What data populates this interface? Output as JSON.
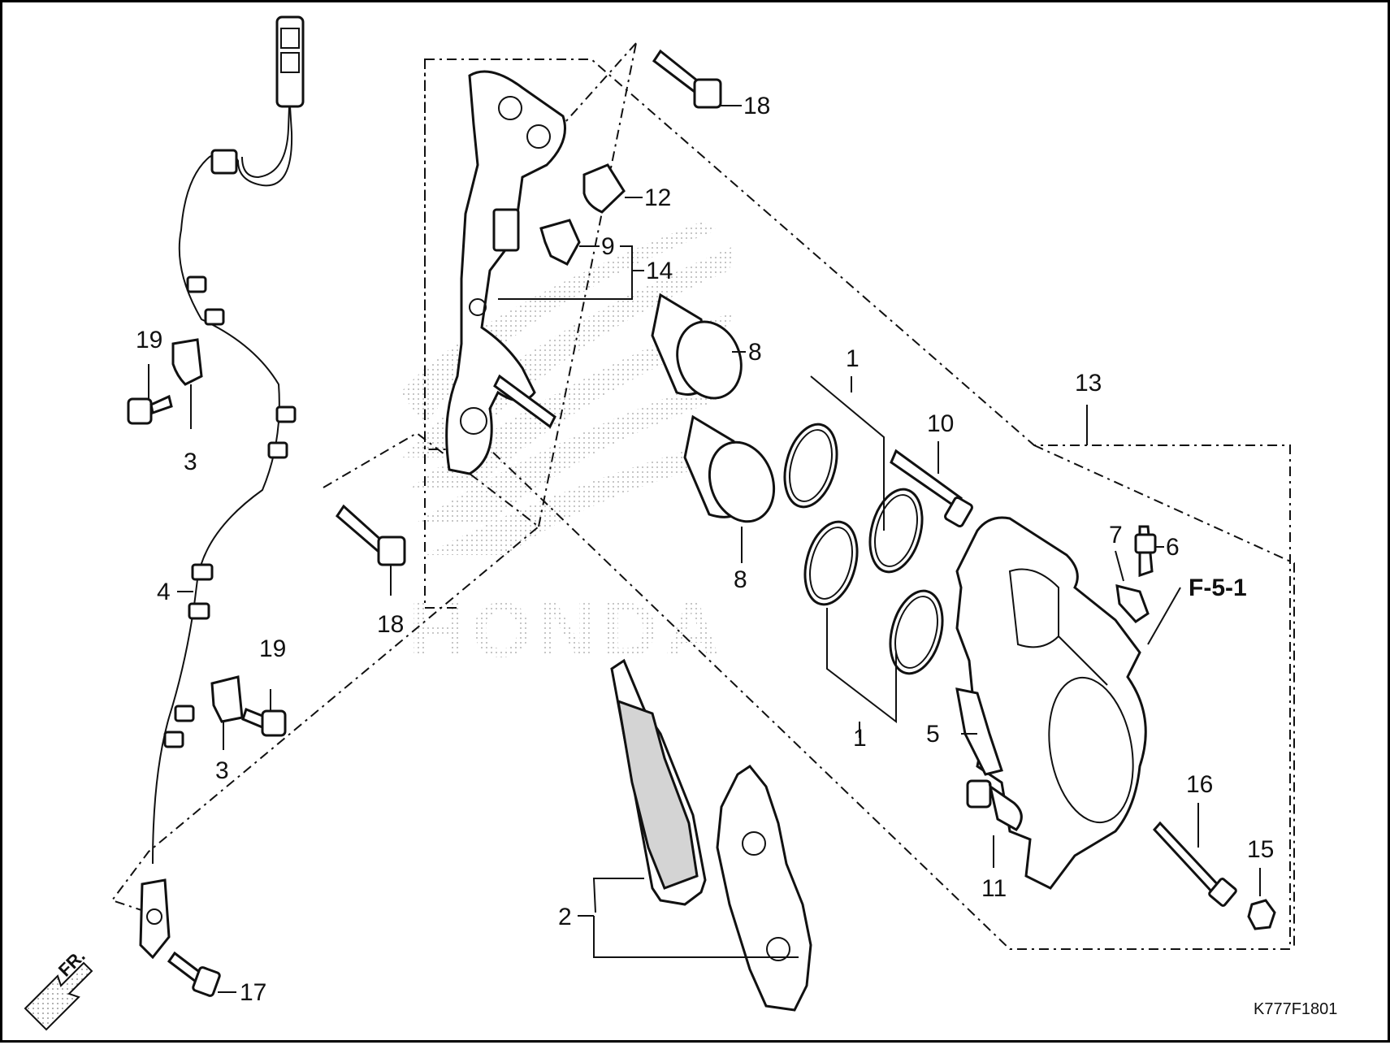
{
  "callouts": {
    "c1a": "1",
    "c1b": "1",
    "c2": "2",
    "c3a": "3",
    "c3b": "3",
    "c4": "4",
    "c5": "5",
    "c6": "6",
    "c7": "7",
    "c8a": "8",
    "c8b": "8",
    "c9": "9",
    "c10": "10",
    "c11": "11",
    "c12": "12",
    "c13": "13",
    "c14": "14",
    "c15": "15",
    "c16": "16",
    "c17": "17",
    "c18a": "18",
    "c18b": "18",
    "c19a": "19",
    "c19b": "19"
  },
  "reference_label": "F-5-1",
  "front_marker": "FR.",
  "diagram_code": "K777F1801",
  "watermark_text": "HONDA"
}
